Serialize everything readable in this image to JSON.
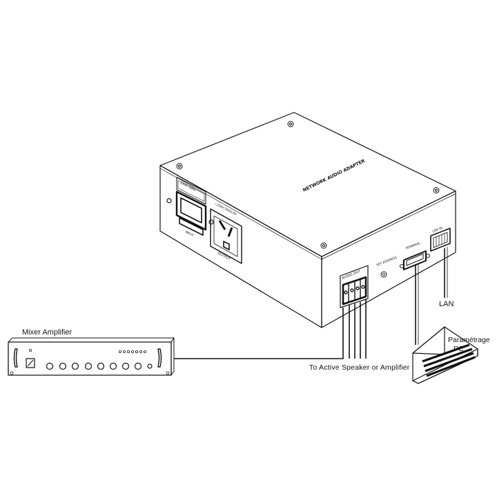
{
  "labels": {
    "mixer_amplifier": "Mixer Amplifier",
    "to_active_speaker": "To Active Speaker or Amplifier",
    "lan": "LAN",
    "parametrage": "Paramétrage",
    "pc": "PC"
  },
  "device": {
    "top_label": "NETWORK AUDIO ADAPTER",
    "input_label": "INPUT",
    "output_label": "OUTPUT",
    "voltage_label": "~230V 50Hz/5A",
    "fuse_label": "230V 50Hz",
    "audio_out_label": "AUDIO OUT",
    "set_address_label": "SET ADDRESS",
    "terminal_label": "TERMINAL",
    "lan_in_label": "LAN IN"
  }
}
